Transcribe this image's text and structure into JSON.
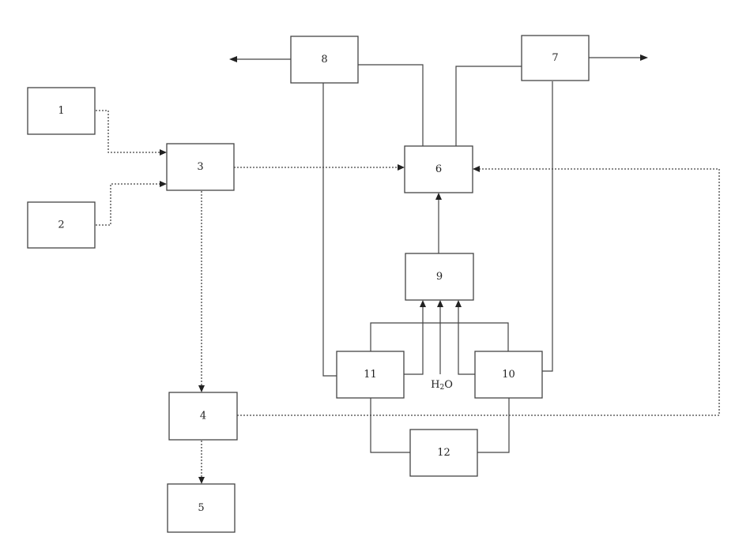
{
  "blocks": {
    "b1": "1",
    "b2": "2",
    "b3": "3",
    "b4": "4",
    "b5": "5",
    "b6": "6",
    "b7": "7",
    "b8": "8",
    "b9": "9",
    "b10": "10",
    "b11": "11",
    "b12": "12"
  },
  "water_label": {
    "main": "H",
    "sub": "2",
    "tail": "O"
  },
  "colors": {
    "line": "#444444",
    "arrow": "#222222",
    "background": "#ffffff"
  }
}
